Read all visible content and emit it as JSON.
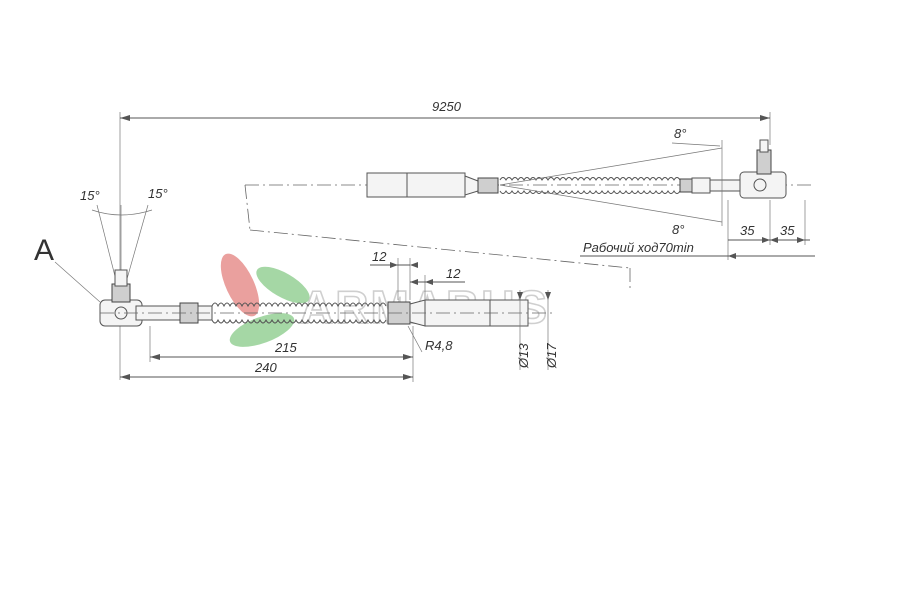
{
  "drawing": {
    "dimensions": {
      "total_length": "9250",
      "angle_left": "15°",
      "angle_right": "15°",
      "angle_top": "8°",
      "angle_bottom": "8°",
      "end_35_a": "35",
      "end_35_b": "35",
      "working_stroke": "Рабочий ход70min",
      "len_12_a": "12",
      "len_12_b": "12",
      "radius": "R4,8",
      "len_215": "215",
      "len_240": "240",
      "dia_13": "Ø13",
      "dia_17": "Ø17"
    },
    "view_label": "A"
  },
  "watermark": {
    "text": "ARMABUS",
    "colors": {
      "red": "#d9534f",
      "green": "#5cb85c",
      "text": "#c9c9c9"
    }
  }
}
